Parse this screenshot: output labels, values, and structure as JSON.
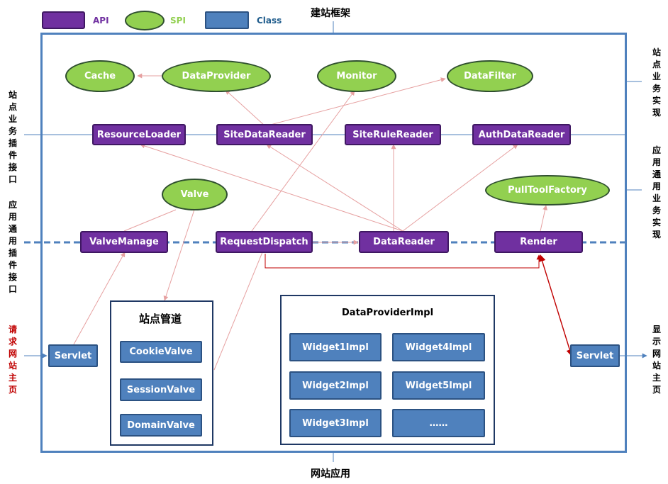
{
  "legend": {
    "api": "API",
    "spi": "SPI",
    "class": "Class"
  },
  "titles": {
    "top": "建站框架",
    "bottom": "网站应用"
  },
  "side_labels": {
    "left_top": "站点业务插件接口",
    "left_mid": "应用通用插件接口",
    "left_bottom": "请求网站主页",
    "right_top": "站点业务实现",
    "right_mid": "应用通用业务实现",
    "right_bottom": "显示网站主页"
  },
  "spi": {
    "cache": "Cache",
    "data_provider": "DataProvider",
    "monitor": "Monitor",
    "data_filter": "DataFilter",
    "valve": "Valve",
    "pull_tool_factory": "PullToolFactory"
  },
  "api": {
    "resource_loader": "ResourceLoader",
    "site_data_reader": "SiteDataReader",
    "site_rule_reader": "SiteRuleReader",
    "auth_data_reader": "AuthDataReader",
    "valve_manage": "ValveManage",
    "request_dispatch": "RequestDispatch",
    "data_reader": "DataReader",
    "render": "Render"
  },
  "classes": {
    "servlet_left": "Servlet",
    "servlet_right": "Servlet",
    "cookie_valve": "CookieValve",
    "session_valve": "SessionValve",
    "domain_valve": "DomainValve",
    "widget1": "Widget1Impl",
    "widget2": "Widget2Impl",
    "widget3": "Widget3Impl",
    "widget4": "Widget4Impl",
    "widget5": "Widget5Impl",
    "more": "……"
  },
  "panels": {
    "pipeline_title": "站点管道",
    "provider_impl_title": "DataProviderImpl"
  },
  "colors": {
    "api": "#7030a0",
    "spi": "#92d050",
    "class": "#4f81bd",
    "frame": "#4f81bd",
    "arrow": "#e6a0a0",
    "dark_arrow": "#c00000",
    "request_label": "#c00000"
  }
}
